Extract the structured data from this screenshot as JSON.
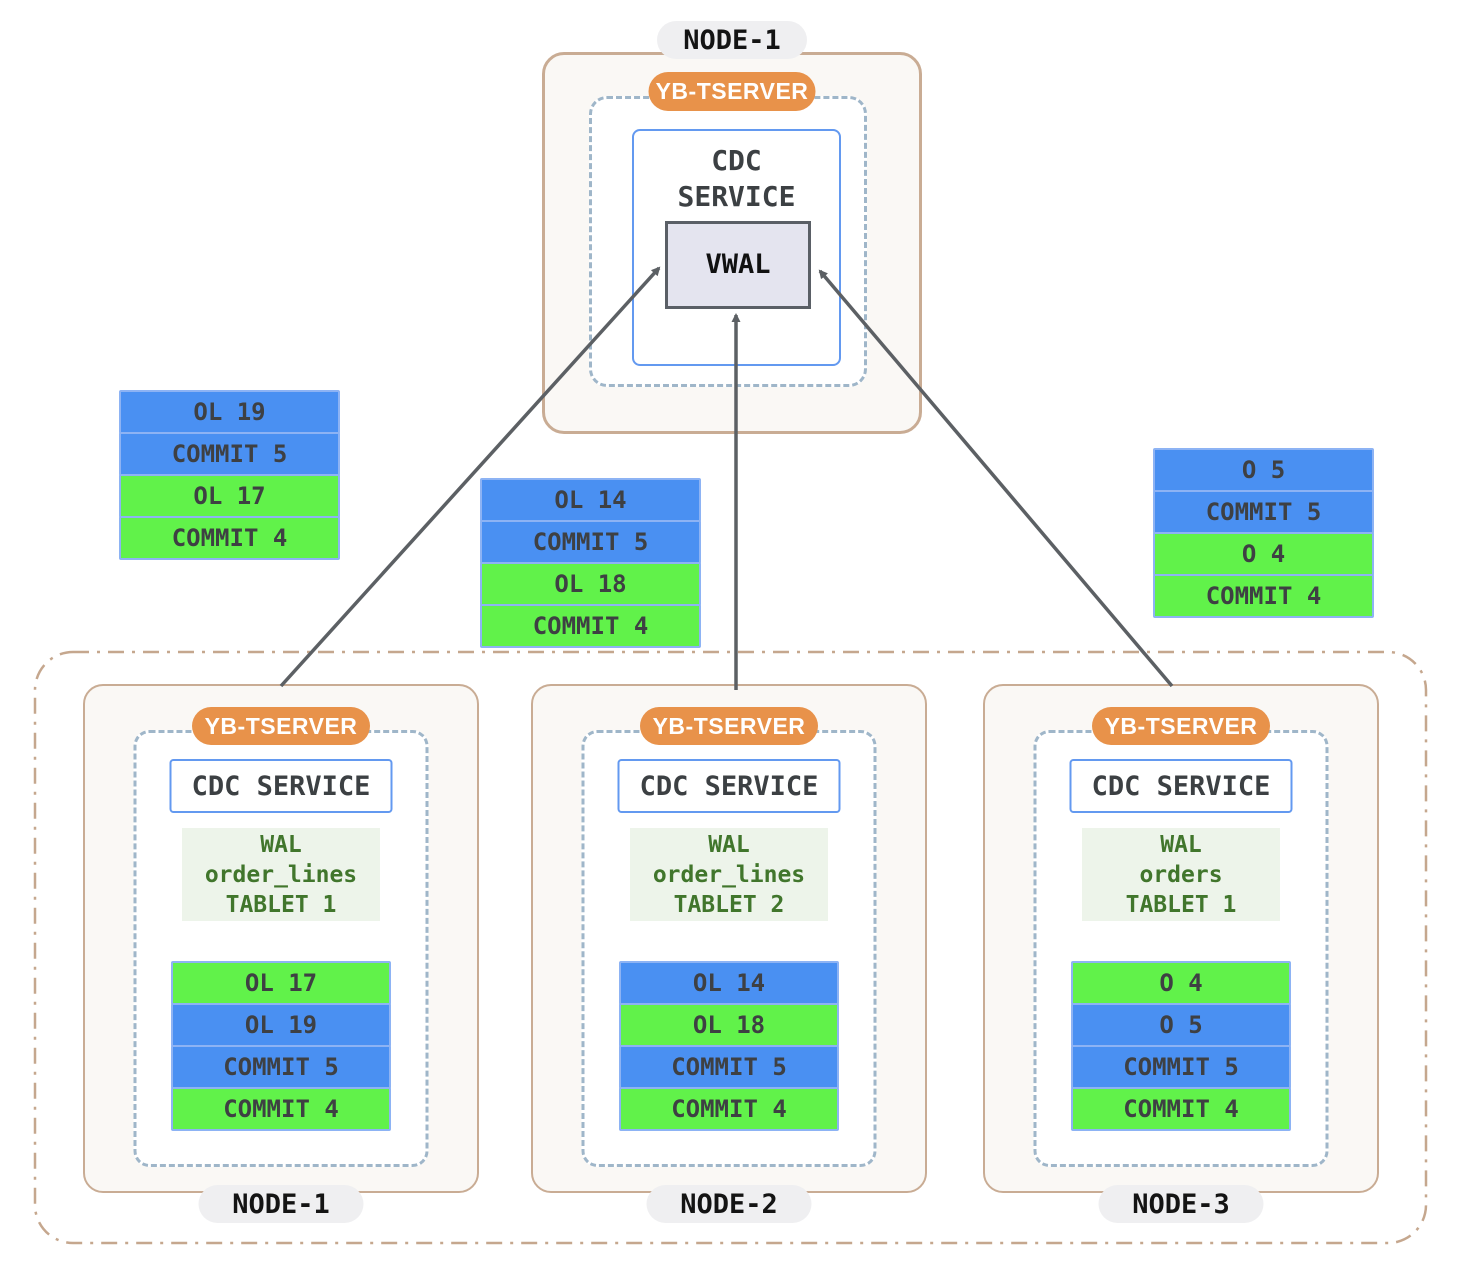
{
  "top_node": {
    "node_label": "NODE-1",
    "tserver_label": "YB-TSERVER",
    "cdc_line1": "CDC",
    "cdc_line2": "SERVICE",
    "vwal_label": "VWAL"
  },
  "floating_stacks": [
    {
      "rows": [
        {
          "label": "OL 19",
          "color": "blue"
        },
        {
          "label": "COMMIT 5",
          "color": "blue"
        },
        {
          "label": "OL 17",
          "color": "green"
        },
        {
          "label": "COMMIT 4",
          "color": "green"
        }
      ]
    },
    {
      "rows": [
        {
          "label": "OL 14",
          "color": "blue"
        },
        {
          "label": "COMMIT 5",
          "color": "blue"
        },
        {
          "label": "OL 18",
          "color": "green"
        },
        {
          "label": "COMMIT 4",
          "color": "green"
        }
      ]
    },
    {
      "rows": [
        {
          "label": "O 5",
          "color": "blue"
        },
        {
          "label": "COMMIT 5",
          "color": "blue"
        },
        {
          "label": "O 4",
          "color": "green"
        },
        {
          "label": "COMMIT 4",
          "color": "green"
        }
      ]
    }
  ],
  "cluster_nodes": [
    {
      "node_label": "NODE-1",
      "tserver_label": "YB-TSERVER",
      "cdc_label": "CDC SERVICE",
      "wal_line1": "WAL",
      "wal_line2": "order_lines",
      "wal_line3": "TABLET 1",
      "rows": [
        {
          "label": "OL 17",
          "color": "green"
        },
        {
          "label": "OL 19",
          "color": "blue"
        },
        {
          "label": "COMMIT 5",
          "color": "blue"
        },
        {
          "label": "COMMIT 4",
          "color": "green"
        }
      ]
    },
    {
      "node_label": "NODE-2",
      "tserver_label": "YB-TSERVER",
      "cdc_label": "CDC SERVICE",
      "wal_line1": "WAL",
      "wal_line2": "order_lines",
      "wal_line3": "TABLET 2",
      "rows": [
        {
          "label": "OL 14",
          "color": "blue"
        },
        {
          "label": "OL 18",
          "color": "green"
        },
        {
          "label": "COMMIT 5",
          "color": "blue"
        },
        {
          "label": "COMMIT 4",
          "color": "green"
        }
      ]
    },
    {
      "node_label": "NODE-3",
      "tserver_label": "YB-TSERVER",
      "cdc_label": "CDC SERVICE",
      "wal_line1": "WAL",
      "wal_line2": "orders",
      "wal_line3": "TABLET 1",
      "rows": [
        {
          "label": "O 4",
          "color": "green"
        },
        {
          "label": "O 5",
          "color": "blue"
        },
        {
          "label": "COMMIT 5",
          "color": "blue"
        },
        {
          "label": "COMMIT 4",
          "color": "green"
        }
      ]
    }
  ],
  "colors": {
    "record_blue": "#4a90f2",
    "record_green": "#61f24a",
    "tserver_orange": "#e8924a",
    "node_border_tan": "#c9ac94",
    "dashed_blue_gray": "#9fb6c9",
    "cdc_border_blue": "#6399f0",
    "vwal_fill": "#e4e4ef",
    "wal_text_green": "#41762c",
    "arrow_gray": "#5c6064"
  }
}
